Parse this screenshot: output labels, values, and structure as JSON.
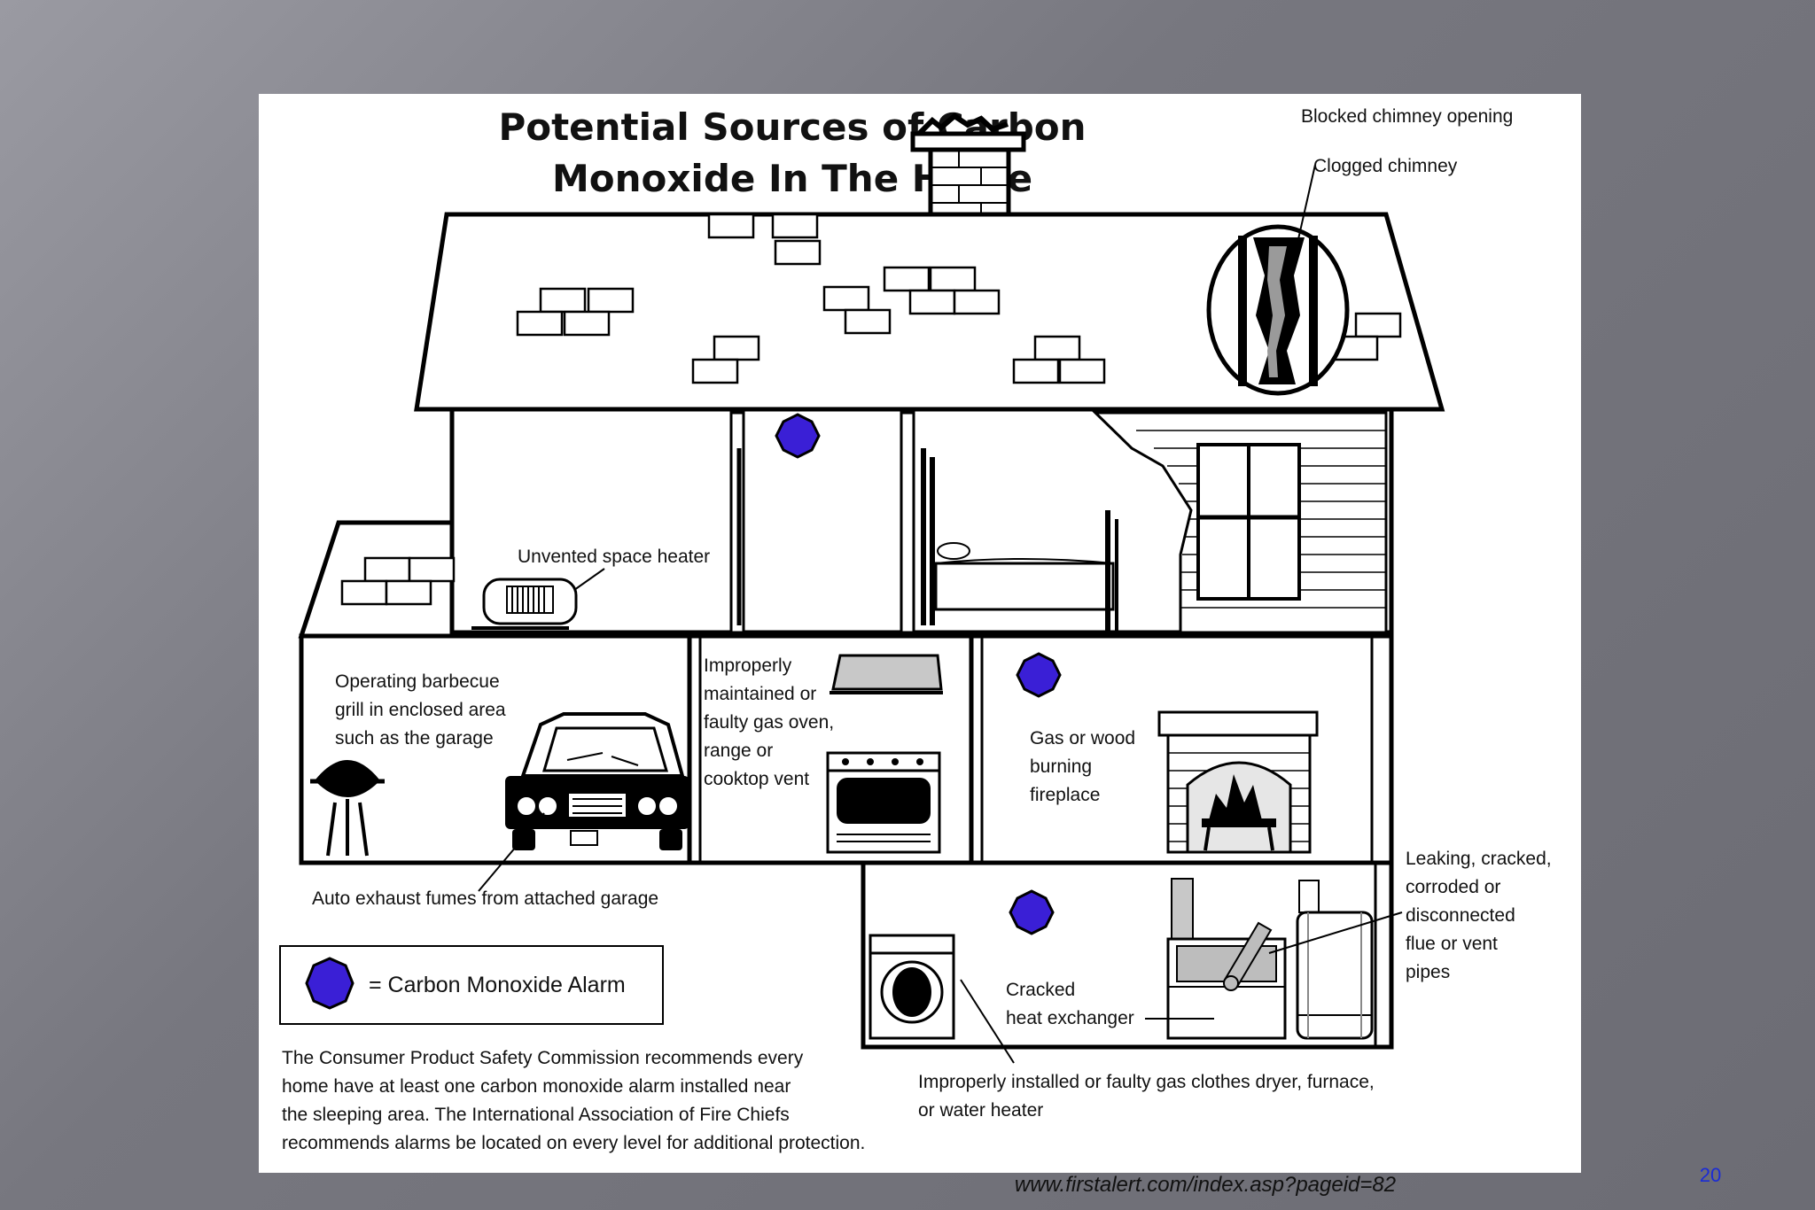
{
  "title": {
    "line1": "Potential Sources of Carbon",
    "line2": "Monoxide In The Home"
  },
  "labels": {
    "blocked_chimney": "Blocked chimney opening",
    "clogged_chimney": "Clogged chimney",
    "space_heater": "Unvented space heater",
    "bbq_1": "Operating barbecue",
    "bbq_2": "grill in enclosed area",
    "bbq_3": "such as the garage",
    "oven_1": "Improperly",
    "oven_2": "maintained or",
    "oven_3": "faulty gas oven,",
    "oven_4": "range or",
    "oven_5": "cooktop vent",
    "fireplace_1": "Gas or wood",
    "fireplace_2": "burning",
    "fireplace_3": "fireplace",
    "flue_1": "Leaking, cracked,",
    "flue_2": "corroded or",
    "flue_3": "disconnected",
    "flue_4": "flue or vent",
    "flue_5": "pipes",
    "auto_exhaust": "Auto exhaust fumes from attached garage",
    "cracked_1": "Cracked",
    "cracked_2": "heat exchanger",
    "dryer_1": "Improperly installed or faulty gas clothes dryer, furnace,",
    "dryer_2": "or water heater"
  },
  "legend": {
    "text": "= Carbon Monoxide Alarm",
    "alarm_color": "#3a1fd6"
  },
  "note": {
    "line1": "The Consumer Product Safety Commission recommends every",
    "line2": "home have at least one carbon monoxide alarm installed near",
    "line3": "the sleeping area.  The International Association of Fire Chiefs",
    "line4": "recommends alarms be located on every level for additional protection."
  },
  "footer": {
    "url": "www.firstalert.com/index.asp?pageid=82",
    "page_number": "20"
  }
}
